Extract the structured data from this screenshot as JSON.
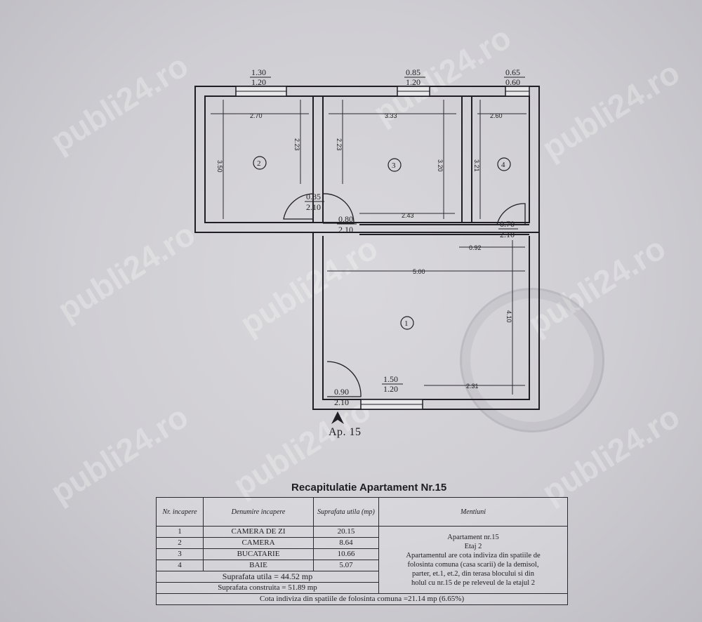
{
  "watermark": "publi24.ro",
  "plan": {
    "rooms": [
      {
        "number": "2",
        "width": "2.70",
        "height": "3.50",
        "inner": "2.23"
      },
      {
        "number": "3",
        "width": "3.33",
        "height": "3.20",
        "inner": "2.23",
        "bottom": "2.43"
      },
      {
        "number": "4",
        "width": "2.60",
        "height": "3.21"
      },
      {
        "number": "1",
        "width": "5.00",
        "height": "4.10",
        "side": "0.92",
        "bottom": "2.31"
      }
    ],
    "windows": [
      {
        "top": "1.30",
        "bottom": "1.20"
      },
      {
        "top": "0.85",
        "bottom": "1.20"
      },
      {
        "top": "0.65",
        "bottom": "0.60"
      },
      {
        "top": "1.50",
        "bottom": "1.20"
      }
    ],
    "doors": [
      {
        "top": "0.85",
        "bottom": "2.10"
      },
      {
        "top": "0.80",
        "bottom": "2.10"
      },
      {
        "top": "0.70",
        "bottom": "2.10"
      },
      {
        "top": "0.90",
        "bottom": "2.10"
      }
    ],
    "apartment_label": "Ap. 15"
  },
  "table": {
    "title": "Recapitulatie Apartament Nr.15",
    "headers": {
      "nr": "Nr. incapere",
      "name": "Denumire incapere",
      "area": "Suprafata utila (mp)",
      "notes": "Mentiuni"
    },
    "rows": [
      {
        "nr": "1",
        "name": "CAMERA DE ZI",
        "area": "20.15"
      },
      {
        "nr": "2",
        "name": "CAMERA",
        "area": "8.64"
      },
      {
        "nr": "3",
        "name": "BUCATARIE",
        "area": "10.66"
      },
      {
        "nr": "4",
        "name": "BAIE",
        "area": "5.07"
      }
    ],
    "notes_lines": [
      "Apartament nr.15",
      "Etaj 2",
      "Apartamentul are cota indiviza din spatiile de",
      "folosinta comuna (casa scarii) de la demisol,",
      "parter, et.1, et.2, din terasa blocului si din",
      "holul cu nr.15 de pe releveul de la etajul 2"
    ],
    "usable_total": "Suprafata utila = 44.52 mp",
    "built_total": "Suprafata construita = 51.89 mp",
    "common_share": "Cota indiviza din spatiile de folosinta comuna =21.14 mp (6.65%)"
  }
}
